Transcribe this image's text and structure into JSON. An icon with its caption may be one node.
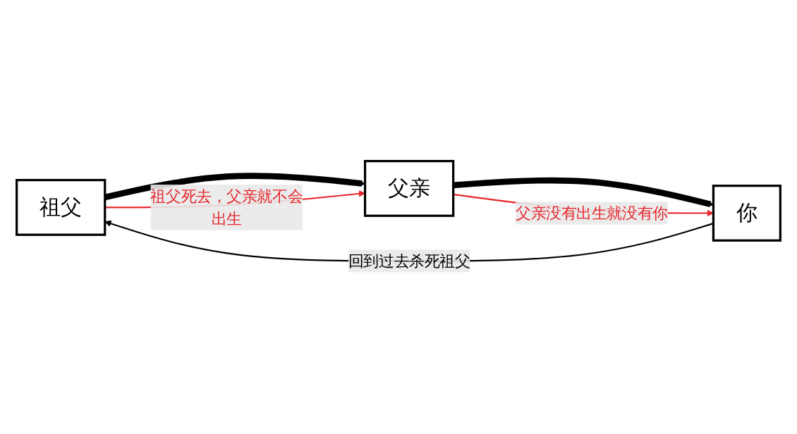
{
  "diagram": {
    "nodes": [
      {
        "text": [
          "祖父"
        ]
      },
      {
        "text": [
          "父亲"
        ]
      },
      {
        "text": [
          "你"
        ]
      }
    ],
    "edges": [
      {
        "from": 0,
        "to": 1,
        "arrow": "to",
        "style": "thick"
      },
      {
        "from": 1,
        "to": 2,
        "arrow": "to",
        "style": "thick"
      },
      {
        "from": 0,
        "to": 1,
        "arrow": "to",
        "label": "祖父死去，父亲就不会出生",
        "color": "#e6262c"
      },
      {
        "from": 1,
        "to": 2,
        "arrow": "to",
        "label": "父亲没有出生就没有你",
        "color": "#e6262c"
      },
      {
        "from": 2,
        "to": 0,
        "arrow": "to",
        "label": "回到过去杀死祖父"
      }
    ]
  }
}
